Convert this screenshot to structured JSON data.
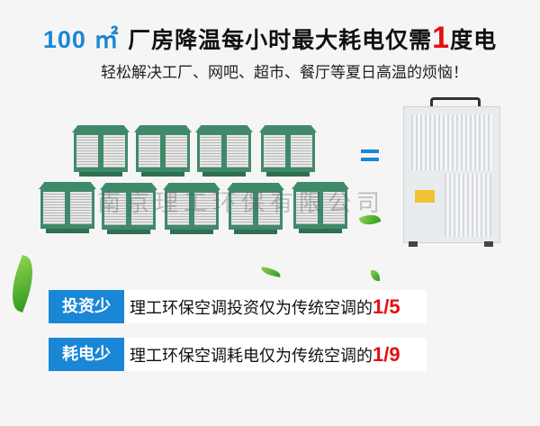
{
  "headline": {
    "area": "100 ㎡",
    "text_a": "厂房降温每小时最大耗电仅需",
    "number": "1",
    "text_b": "度电"
  },
  "subheadline": "轻松解决工厂、网吧、超市、餐厅等夏日高温的烦恼！",
  "watermark": "南京理工环保有限公司",
  "benefits": [
    {
      "tag": "投资少",
      "text": "理工环保空调投资仅为传统空调的",
      "fraction": "1/5"
    },
    {
      "tag": "耗电少",
      "text": "理工环保空调耗电仅为传统空调的",
      "fraction": "1/9"
    }
  ],
  "colors": {
    "accent": "#1a86d6",
    "highlight": "#e41010",
    "cooler_green": "#3f8a6a"
  }
}
